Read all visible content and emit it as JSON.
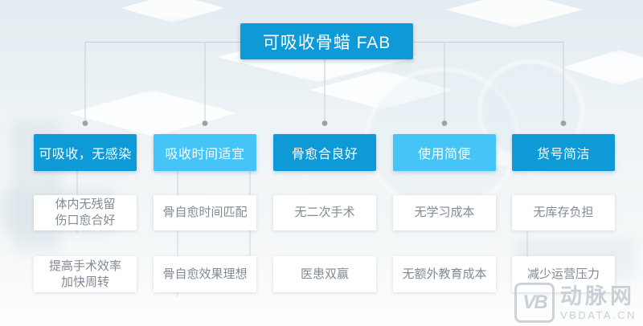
{
  "title": "可吸收骨蜡 FAB",
  "columns": [
    {
      "header": "可吸收，无感染",
      "header_color": "#0d9ad6",
      "items": [
        "体内无残留\n伤口愈合好",
        "提高手术效率\n加快周转"
      ]
    },
    {
      "header": "吸收时间适宜",
      "header_color": "#45c5f7",
      "items": [
        "骨自愈时间匹配",
        "骨自愈效果理想"
      ]
    },
    {
      "header": "骨愈合良好",
      "header_color": "#0d9ad6",
      "items": [
        "无二次手术",
        "医患双赢"
      ]
    },
    {
      "header": "使用简便",
      "header_color": "#45c5f7",
      "items": [
        "无学习成本",
        "无额外教育成本"
      ]
    },
    {
      "header": "货号简洁",
      "header_color": "#0d9ad6",
      "items": [
        "无库存负担",
        "减少运营压力"
      ]
    }
  ],
  "colors": {
    "primary_blue": "#0d9ad6",
    "light_blue": "#45c5f7",
    "item_text": "#828a94",
    "connector_line": "#c9ced3",
    "connector_dot": "#9ba1a7"
  },
  "watermark": {
    "logo": "VB",
    "name": "动脉网",
    "site": "VBDATA.CN"
  }
}
